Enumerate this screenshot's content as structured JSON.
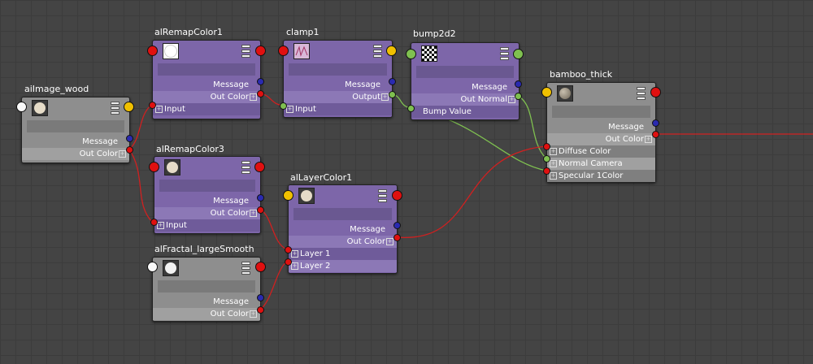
{
  "colors": {
    "purple_node": "#7d66a9",
    "gray_node": "#8e8e8e",
    "wire_red": "#d02020",
    "wire_green": "#7fc050",
    "grid_bg": "#444444"
  },
  "nodes": {
    "remap1": {
      "title": "alRemapColor1",
      "message": "Message",
      "out": "Out Color",
      "input": "Input"
    },
    "clamp1": {
      "title": "clamp1",
      "message": "Message",
      "out": "Output",
      "input": "Input"
    },
    "bump": {
      "title": "bump2d2",
      "message": "Message",
      "out": "Out Normal",
      "input": "Bump Value"
    },
    "image": {
      "title": "aiImage_wood",
      "message": "Message",
      "out": "Out Color"
    },
    "remap3": {
      "title": "alRemapColor3",
      "message": "Message",
      "out": "Out Color",
      "input": "Input"
    },
    "layer": {
      "title": "alLayerColor1",
      "message": "Message",
      "out": "Out Color",
      "layer1": "Layer 1",
      "layer2": "Layer 2"
    },
    "fractal": {
      "title": "alFractal_largeSmooth",
      "message": "Message",
      "out": "Out Color"
    },
    "bamboo": {
      "title": "bamboo_thick",
      "message": "Message",
      "out": "Out Color",
      "diffuse": "Diffuse Color",
      "normal": "Normal Camera",
      "specular": "Specular 1Color"
    }
  },
  "icons": {
    "plus": "+",
    "menu": "menu-icon"
  }
}
